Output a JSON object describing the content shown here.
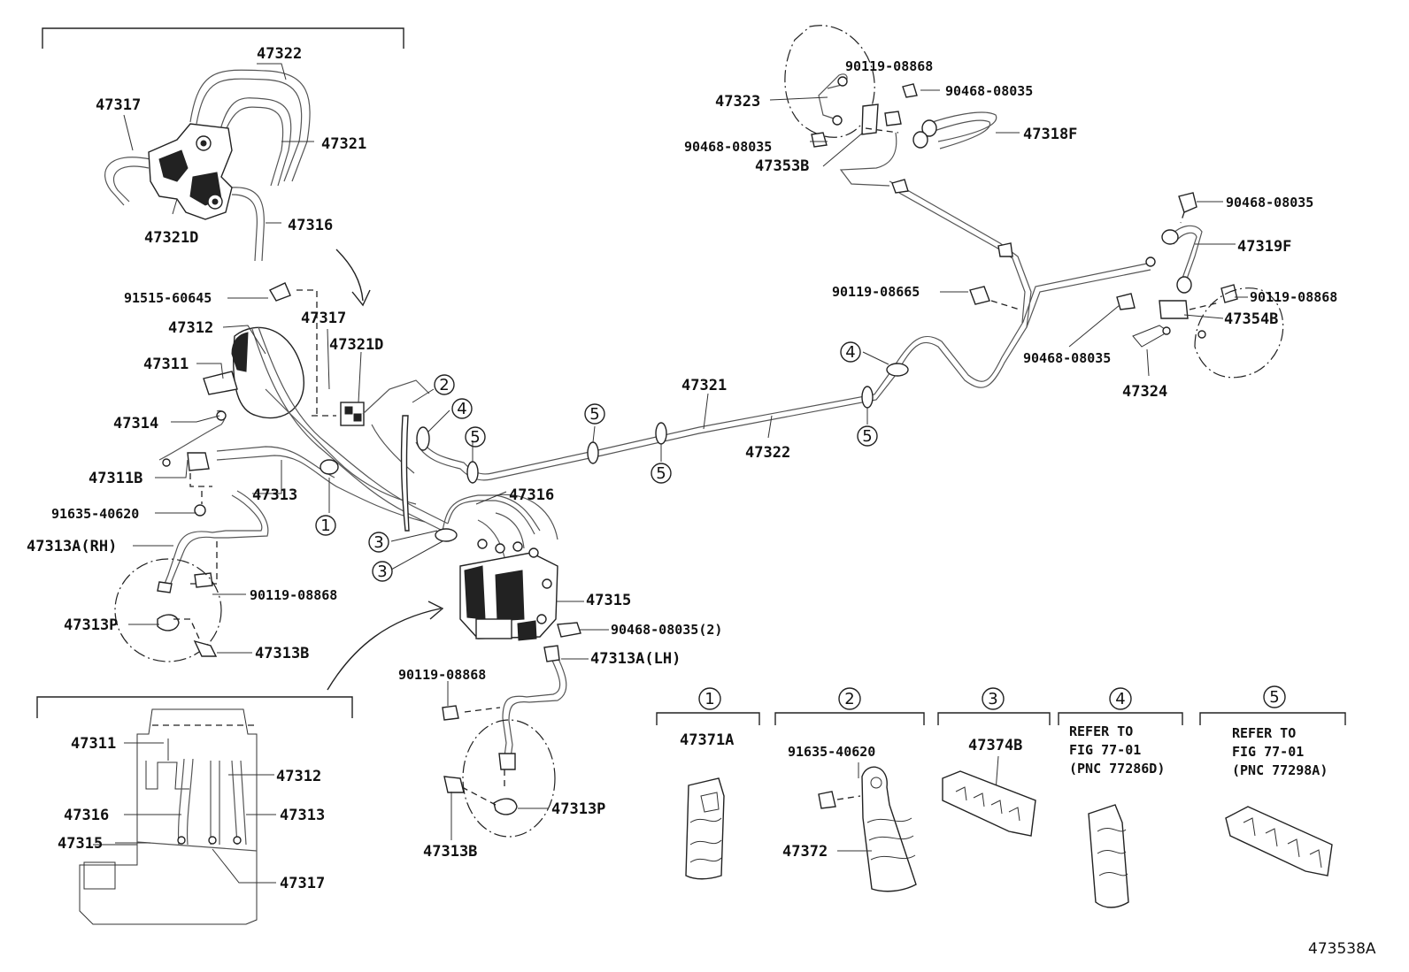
{
  "diagram": {
    "footer_code": "473538A",
    "callouts": {
      "p47322_top": "47322",
      "p47317_top": "47317",
      "p47321_top": "47321",
      "p47321d_top": "47321D",
      "p47316_top": "47316",
      "p91515": "91515-60645",
      "p47317_mid": "47317",
      "p47312_mid": "47312",
      "p47321d_mid": "47321D",
      "p47311_mid": "47311",
      "p47314": "47314",
      "p47311b": "47311B",
      "p47313": "47313",
      "p91635_left": "91635-40620",
      "p47313a_rh": "47313A(RH)",
      "p90119_left": "90119-08868",
      "p47313p_left": "47313P",
      "p47313b_left": "47313B",
      "p47316_mid": "47316",
      "p47315_mid": "47315",
      "p90468_2": "90468-08035(2)",
      "p47313a_lh": "47313A(LH)",
      "p90119_low": "90119-08868",
      "p47313p_low": "47313P",
      "p47313b_low": "47313B",
      "p47321_main": "47321",
      "p47322_main": "47322",
      "p47323": "47323",
      "p90119_rt1": "90119-08868",
      "p90468_rt1": "90468-08035",
      "p90468_rt2": "90468-08035",
      "p47318f": "47318F",
      "p47353b": "47353B",
      "p90468_rt3": "90468-08035",
      "p47319f": "47319F",
      "p90119_08665": "90119-08665",
      "p90119_rt2": "90119-08868",
      "p47354b": "47354B",
      "p90468_rt4": "90468-08035",
      "p47324": "47324",
      "p47311_inset": "47311",
      "p47312_inset": "47312",
      "p47316_inset": "47316",
      "p47313_inset": "47313",
      "p47315_inset": "47315",
      "p47317_inset": "47317"
    },
    "circle_numbers": {
      "c1": "1",
      "c2": "2",
      "c3a": "3",
      "c3b": "3",
      "c4": "4",
      "c4b": "4",
      "c5a": "5",
      "c5b": "5",
      "c5c": "5",
      "c5d": "5"
    },
    "legend": {
      "g1": {
        "num": "1",
        "part": "47371A"
      },
      "g2": {
        "num": "2",
        "bolt": "91635-40620",
        "part": "47372"
      },
      "g3": {
        "num": "3",
        "part": "47374B"
      },
      "g4": {
        "num": "4",
        "ref1": "REFER TO",
        "ref2": "FIG 77-01",
        "ref3": "(PNC 77286D)"
      },
      "g5": {
        "num": "5",
        "ref1": "REFER TO",
        "ref2": "FIG 77-01",
        "ref3": "(PNC 77298A)"
      }
    }
  }
}
